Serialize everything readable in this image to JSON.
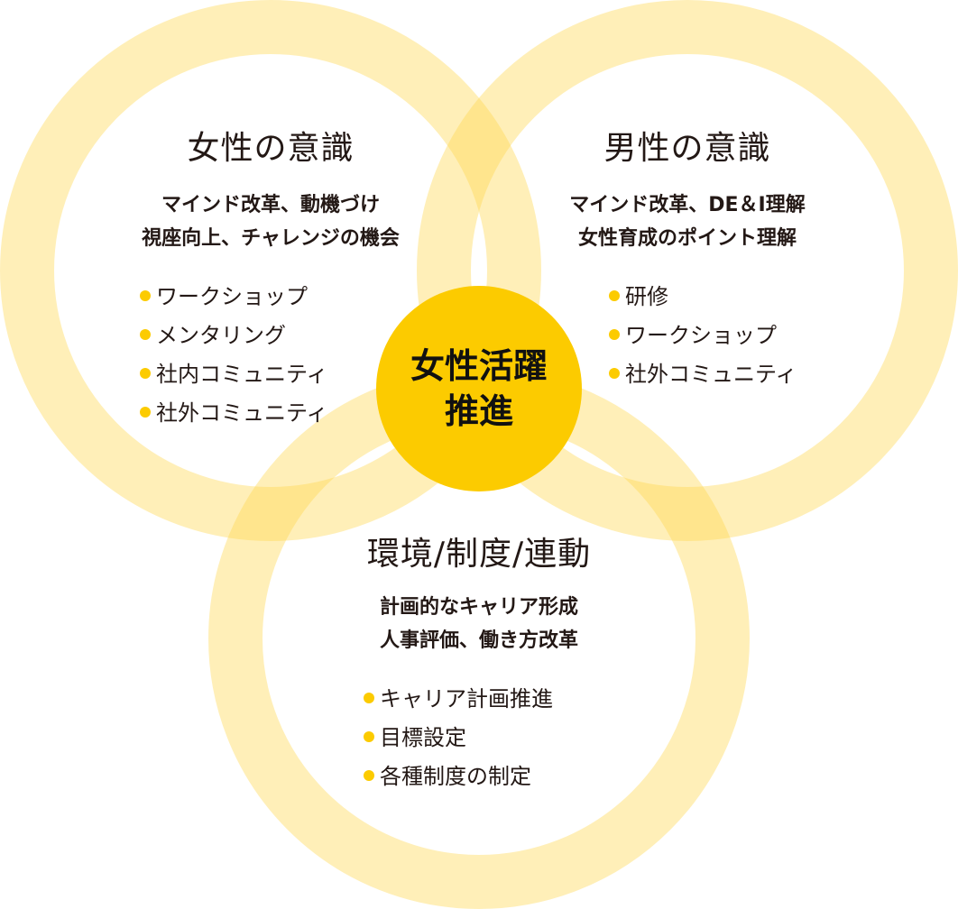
{
  "center": {
    "line1": "女性活躍",
    "line2": "推進"
  },
  "circles": [
    {
      "title": "女性の意識",
      "sub": [
        "マインド改革、動機づけ",
        "視座向上、チャレンジの機会"
      ],
      "items": [
        "ワークショップ",
        "メンタリング",
        "社内コミュニティ",
        "社外コミュニティ"
      ]
    },
    {
      "title": "男性の意識",
      "sub": [
        "マインド改革、DE＆I理解",
        "女性育成のポイント理解"
      ],
      "items": [
        "研修",
        "ワークショップ",
        "社外コミュニティ"
      ]
    },
    {
      "title": "環境/制度/連動",
      "sub": [
        "計画的なキャリア形成",
        "人事評価、働き方改革"
      ],
      "items": [
        "キャリア計画推進",
        "目標設定",
        "各種制度の制定"
      ]
    }
  ],
  "colors": {
    "ring": "#ffd84d",
    "center": "#fccb00",
    "bullet": "#fccb00"
  }
}
